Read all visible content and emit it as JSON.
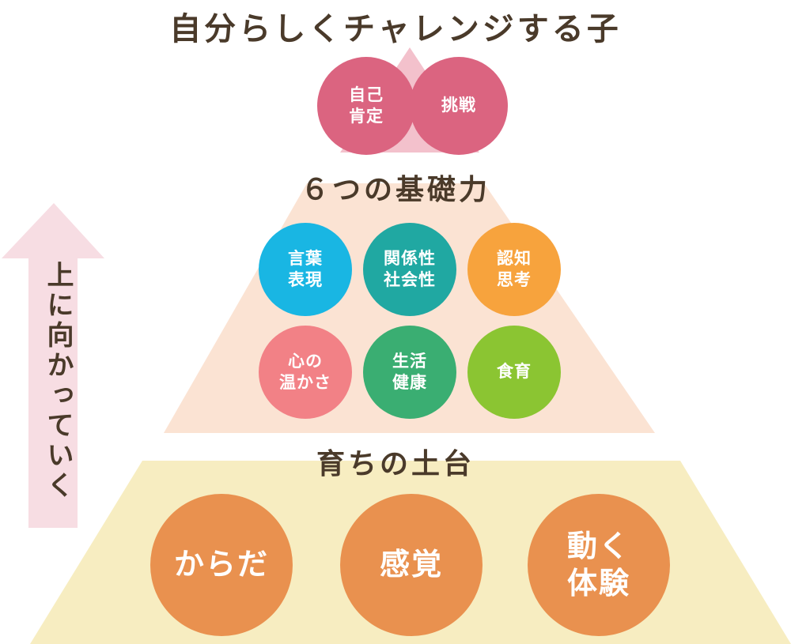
{
  "title_top": "自分らしくチャレンジする子",
  "title_middle": "６つの基礎力",
  "title_bottom": "育ちの土台",
  "arrow_label": "上に向かっていく",
  "top_circles": [
    {
      "label": "自己\n肯定",
      "color": "#db6480"
    },
    {
      "label": "挑戦",
      "color": "#db6480"
    }
  ],
  "middle_circles": [
    {
      "label": "言葉\n表現",
      "color": "#19b6e3"
    },
    {
      "label": "関係性\n社会性",
      "color": "#20a8a2"
    },
    {
      "label": "認知\n思考",
      "color": "#f7a33d"
    },
    {
      "label": "心の\n温かさ",
      "color": "#f28186"
    },
    {
      "label": "生活\n健康",
      "color": "#3aae72"
    },
    {
      "label": "食育",
      "color": "#8bc532"
    }
  ],
  "bottom_circles": [
    {
      "label": "からだ",
      "color": "#e9914f"
    },
    {
      "label": "感覚",
      "color": "#e9914f"
    },
    {
      "label": "動く\n体験",
      "color": "#e9914f"
    }
  ],
  "colors": {
    "top_triangle": "#f3c1cc",
    "middle_trapezoid": "#fbe3d3",
    "bottom_trapezoid": "#f7edc1",
    "arrow": "#f7dde3"
  }
}
